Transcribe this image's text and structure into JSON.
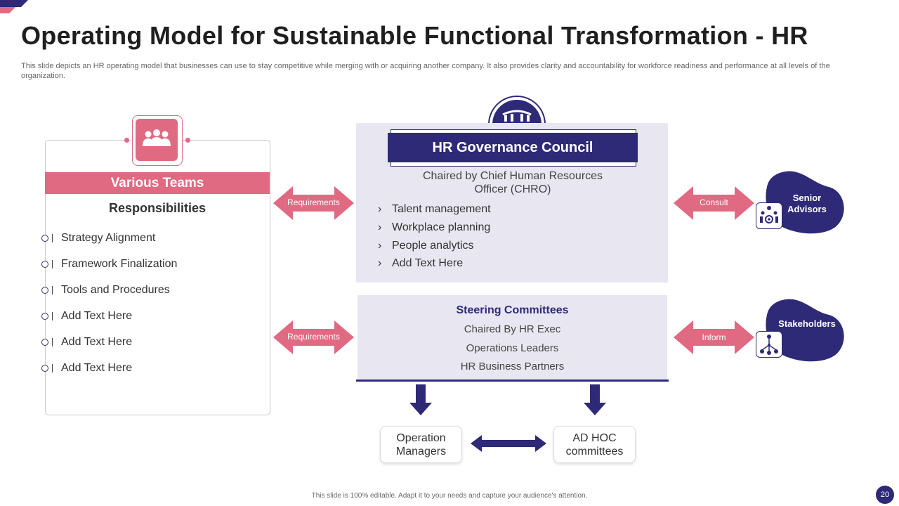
{
  "header": {
    "title": "Operating Model for Sustainable Functional Transformation - HR",
    "subtitle": "This slide depicts an HR operating model that businesses can use to stay competitive while merging with or acquiring another company. It also provides clarity and accountability for workforce readiness and performance at all levels of the organization."
  },
  "left_panel": {
    "band_title": "Various Teams",
    "heading": "Responsibilities",
    "icon": "team-icon",
    "items": [
      "Strategy Alignment",
      "Framework Finalization",
      "Tools and Procedures",
      "Add Text Here",
      "Add Text Here",
      "Add Text Here"
    ]
  },
  "arrows": {
    "requirements_top": "Requirements",
    "requirements_bottom": "Requirements",
    "consult": "Consult",
    "inform": "Inform"
  },
  "governance": {
    "title": "HR Governance Council",
    "chaired_line1": "Chaired by Chief Human Resources",
    "chaired_line2": "Officer (CHRO)",
    "items": [
      "Talent management",
      "Workplace planning",
      "People analytics",
      "Add Text Here"
    ]
  },
  "steering": {
    "title": "Steering Committees",
    "rows": [
      "Chaired By HR Exec",
      "Operations Leaders",
      "HR Business Partners"
    ]
  },
  "bottom": {
    "left_line1": "Operation",
    "left_line2": "Managers",
    "right_line1": "AD HOC",
    "right_line2": "committees"
  },
  "right": {
    "senior_line1": "Senior",
    "senior_line2": "Advisors",
    "stakeholders": "Stakeholders"
  },
  "colors": {
    "navy": "#2e2a78",
    "pink": "#e06a82",
    "panel": "#e8e7f1"
  },
  "footer": {
    "note": "This slide is 100% editable. Adapt it to your needs and capture your audience's attention.",
    "page": "20"
  }
}
